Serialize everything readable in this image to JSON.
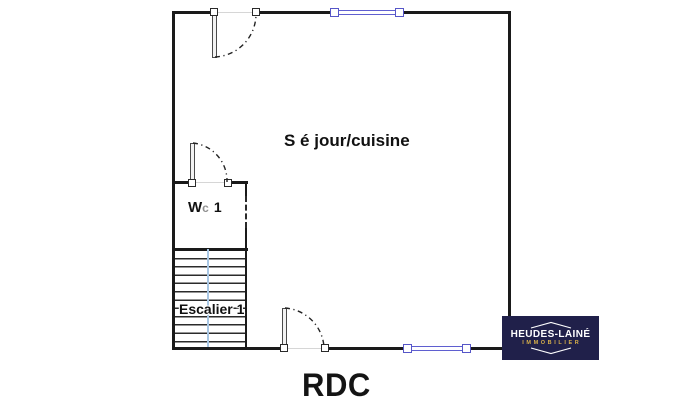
{
  "floor_label": "RDC",
  "rooms": {
    "sejour_label": "S é jour/cuisine",
    "wc_label_w": "W",
    "wc_label_c": "c",
    "wc_label_num": "1",
    "stairs_label": "Escalier 1"
  },
  "logo": {
    "name": "HEUDES-LAINÉ",
    "tagline": "IMMOBILIER"
  },
  "colors": {
    "wall": "#1a1a1a",
    "window_accent": "#5656c8",
    "stair_guide_line": "#a9c7e4",
    "door_opening": "#d6d6d6",
    "logo_background": "#20204a",
    "logo_gold": "#d8b04a"
  }
}
